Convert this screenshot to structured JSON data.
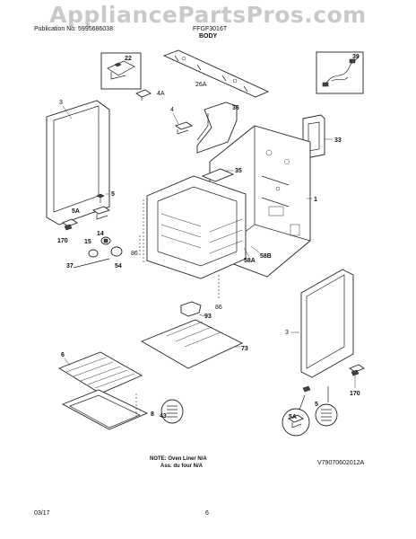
{
  "watermark": "AppliancePartsPros.com",
  "header": {
    "publication": "Publication No: 5995686038",
    "model": "FFGF3016T",
    "section": "BODY"
  },
  "callouts": {
    "c22": "22",
    "c4a": "4A",
    "c26a": "26A",
    "c39": "39",
    "c3_left": "3",
    "c4": "4",
    "c36": "36",
    "c33": "33",
    "c35": "35",
    "c1": "1",
    "c5_left": "5",
    "c5a_left": "5A",
    "c170_left": "170",
    "c15": "15",
    "c14": "14",
    "c54": "54",
    "c37": "37",
    "c86_a": "86",
    "c58a": "58A",
    "c58b": "58B",
    "c86_b": "86",
    "c93": "93",
    "c3_right": "3",
    "c73": "73",
    "c6": "6",
    "c170_right": "170",
    "c43": "43",
    "c8": "8",
    "c5a_right": "5A",
    "c5_right": "5"
  },
  "note": {
    "line1": "NOTE: Oven Liner N/A",
    "line2": "Ass. du four N/A"
  },
  "doc_code": "V79070602012A",
  "footer": {
    "date": "03/17",
    "page": "6"
  }
}
